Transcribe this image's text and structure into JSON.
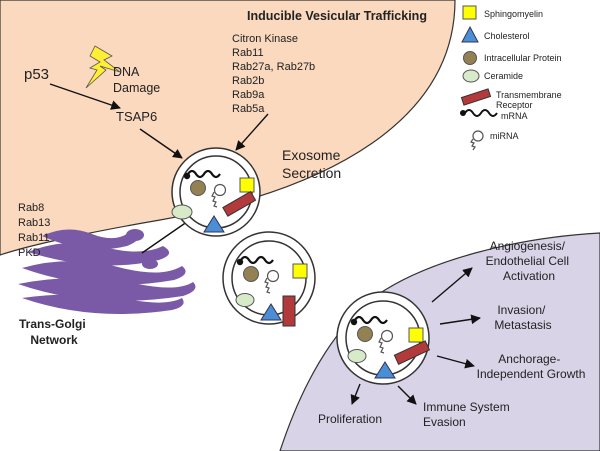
{
  "title": "Inducible Vesicular Trafficking",
  "p53": "p53",
  "dna_damage": [
    "DNA",
    "Damage"
  ],
  "tsap6": "TSAP6",
  "trafficking_proteins": [
    "Citron Kinase",
    "Rab11",
    "Rab27a, Rab27b",
    "Rab2b",
    "Rab9a",
    "Rab5a"
  ],
  "golgi_proteins": [
    "Rab8",
    "Rab13",
    "Rab11",
    "PKD"
  ],
  "golgi_label": [
    "Trans-Golgi",
    "Network"
  ],
  "exosome_secretion": [
    "Exosome",
    "Secretion"
  ],
  "legend": {
    "sphingomyelin": "Sphingomyelin",
    "cholesterol": "Cholesterol",
    "intracellular_protein": "Intracellular Protein",
    "ceramide": "Ceramide",
    "transmembrane_receptor": [
      "Transmembrane",
      "Receptor"
    ],
    "mrna": "mRNA",
    "mirna": "miRNA"
  },
  "outcomes": {
    "angiogenesis": [
      "Angiogenesis/",
      "Endothelial Cell",
      "Activation"
    ],
    "invasion": [
      "Invasion/",
      "Metastasis"
    ],
    "anchorage": [
      "Anchorage-",
      "Independent Growth"
    ],
    "proliferation": "Proliferation",
    "immune": [
      "Immune System",
      "Evasion"
    ]
  },
  "colors": {
    "donor_cell": "#fad9bf",
    "recipient_cell": "#d9d3e8",
    "golgi": "#7a5aa6",
    "sphingomyelin": "#ffff00",
    "cholesterol": "#4a8fd6",
    "intracellular_protein": "#948153",
    "ceramide": "#d7ebc9",
    "receptor": "#b33a3a",
    "bolt": "#ffee33"
  }
}
